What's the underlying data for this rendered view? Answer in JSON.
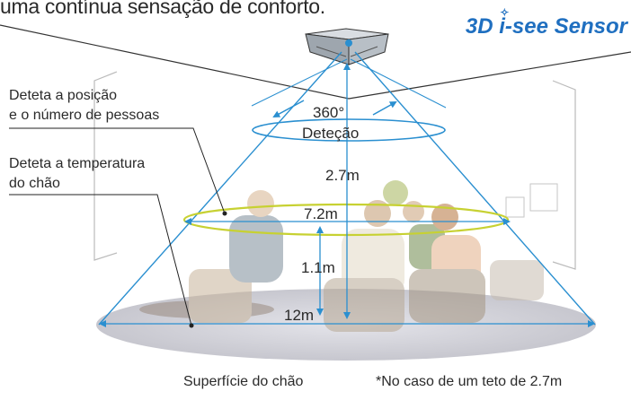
{
  "headline": "uma contínua sensação de conforto.",
  "logo": {
    "prefix": "3D",
    "i_letter": "i",
    "suffix": "-see Sensor",
    "color": "#1f6fc0"
  },
  "callouts": {
    "position_line1": "Deteta a posição",
    "position_line2": "e o número de pessoas",
    "floor_temp_line1": "Deteta a temperatura",
    "floor_temp_line2": "do chão"
  },
  "labels": {
    "detection_angle": "360°",
    "detection_word": "Deteção",
    "ceiling_height": "2.7m",
    "ring_diameter": "7.2m",
    "ring_height": "1.1m",
    "floor_diameter": "12m"
  },
  "footer": {
    "floor_surface": "Superfície do chão",
    "note": "*No caso de um teto de 2.7m"
  },
  "colors": {
    "detection_lines": "#2a8fd0",
    "position_ring": "#c7d132",
    "floor_shadow": "#c9c9cf"
  }
}
